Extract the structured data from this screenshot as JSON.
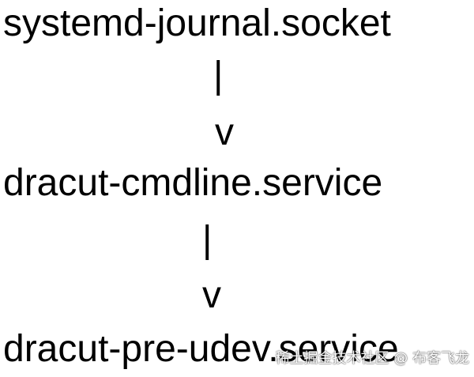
{
  "diagram": {
    "nodes": [
      "systemd-journal.socket",
      "dracut-cmdline.service",
      "dracut-pre-udev.service"
    ],
    "connector": {
      "shaft": "|",
      "head": "v"
    }
  },
  "watermark": {
    "text": "稀土掘金技术社区 @ 布客飞龙"
  }
}
